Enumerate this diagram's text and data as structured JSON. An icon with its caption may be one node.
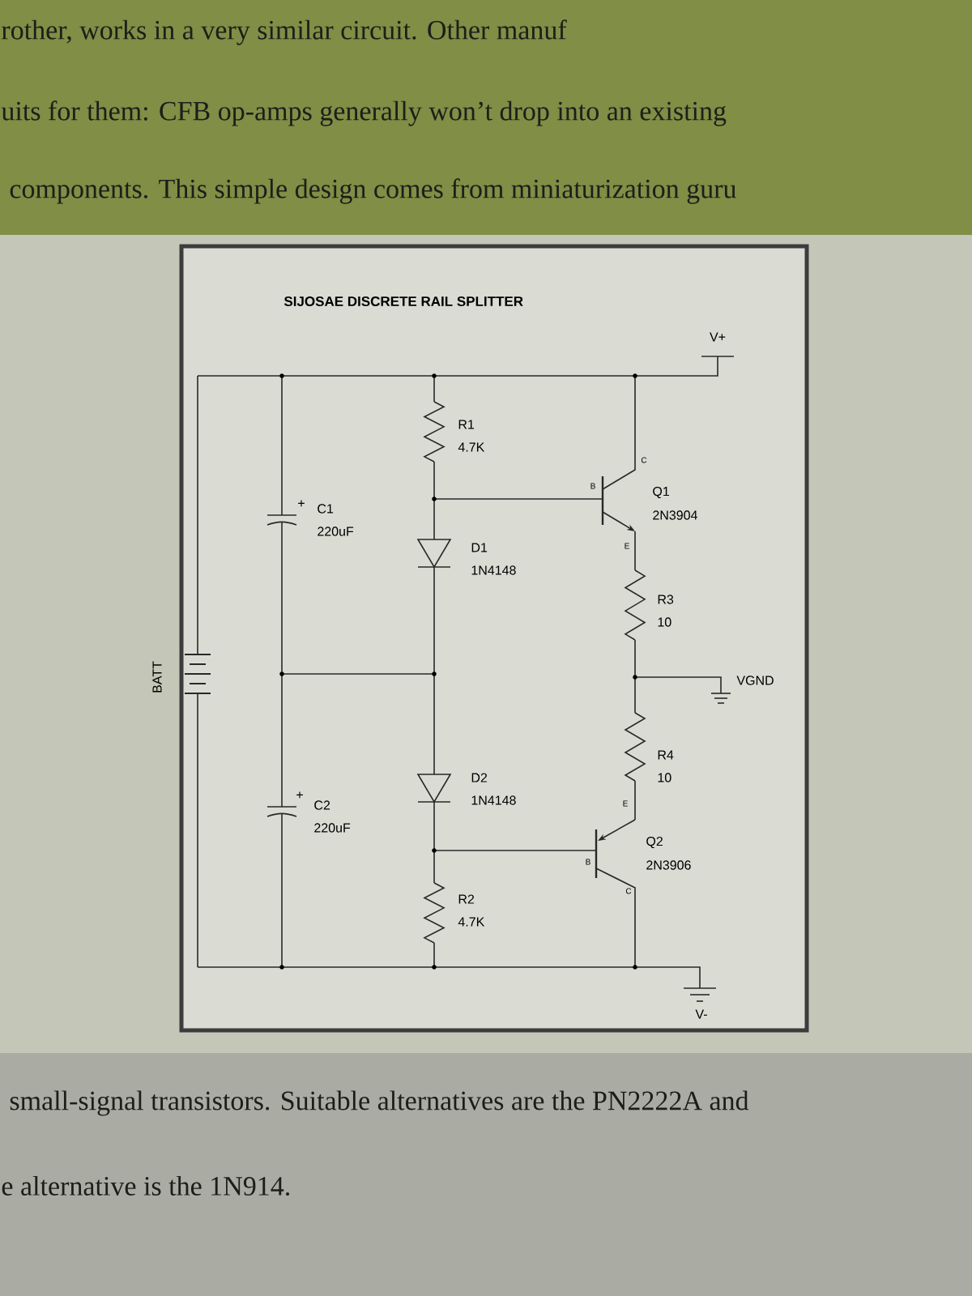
{
  "diagram": {
    "title": "SIJOSAE DISCRETE RAIL SPLITTER",
    "labels": [
      "rother, works in a very similar circuit. Other manuf",
      "uits for them: CFB op-amps generally won’t drop into an existing",
      "components. This simple design comes from miniaturization guru",
      "V+",
      "R1",
      "4.7K",
      "C",
      "B",
      "Q1",
      "2N3904",
      "+",
      "C1",
      "220uF",
      "E",
      "D1",
      "1N4148",
      "R3",
      "10",
      "BATT",
      "VGND",
      "R4",
      "10",
      "D2",
      "1N4148",
      "E",
      "+",
      "C2",
      "220uF",
      "B",
      "Q2",
      "2N3906",
      "C",
      "R2",
      "4.7K",
      "V-",
      "small-signal transistors. Suitable alternatives are the PN2222A and",
      "e alternative is the 1N914."
    ]
  }
}
